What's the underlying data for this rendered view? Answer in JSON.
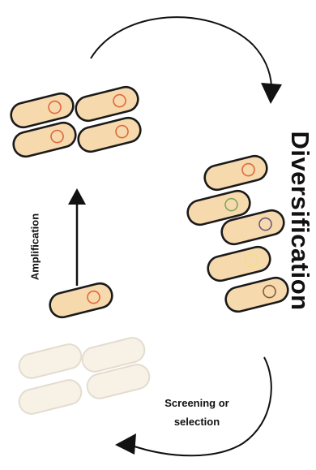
{
  "labels": {
    "diversification": "Diversification",
    "amplification": "Amplification",
    "screening_line1": "Screening or",
    "screening_line2": "selection"
  },
  "colors": {
    "cell_fill": "#f6d9ad",
    "cell_outline": "#1a1a1a",
    "faded_cell_fill": "#f8f1e6",
    "faded_cell_outline": "#e3dccf",
    "arrow": "#111111",
    "plasmid_red": "#e0683a",
    "plasmid_green": "#7fa65a",
    "plasmid_purple": "#6e5a7a",
    "plasmid_yellow": "#eee08a",
    "plasmid_brown": "#8a5a3a"
  },
  "groups": {
    "amplified": {
      "cell_count": 4,
      "plasmid": "red"
    },
    "diversified": {
      "cell_count": 5,
      "plasmids": [
        "red",
        "green",
        "purple",
        "yellow",
        "brown"
      ]
    },
    "selected": {
      "cell_count": 1,
      "plasmid": "red"
    },
    "discarded": {
      "cell_count": 4,
      "faded": true
    }
  }
}
